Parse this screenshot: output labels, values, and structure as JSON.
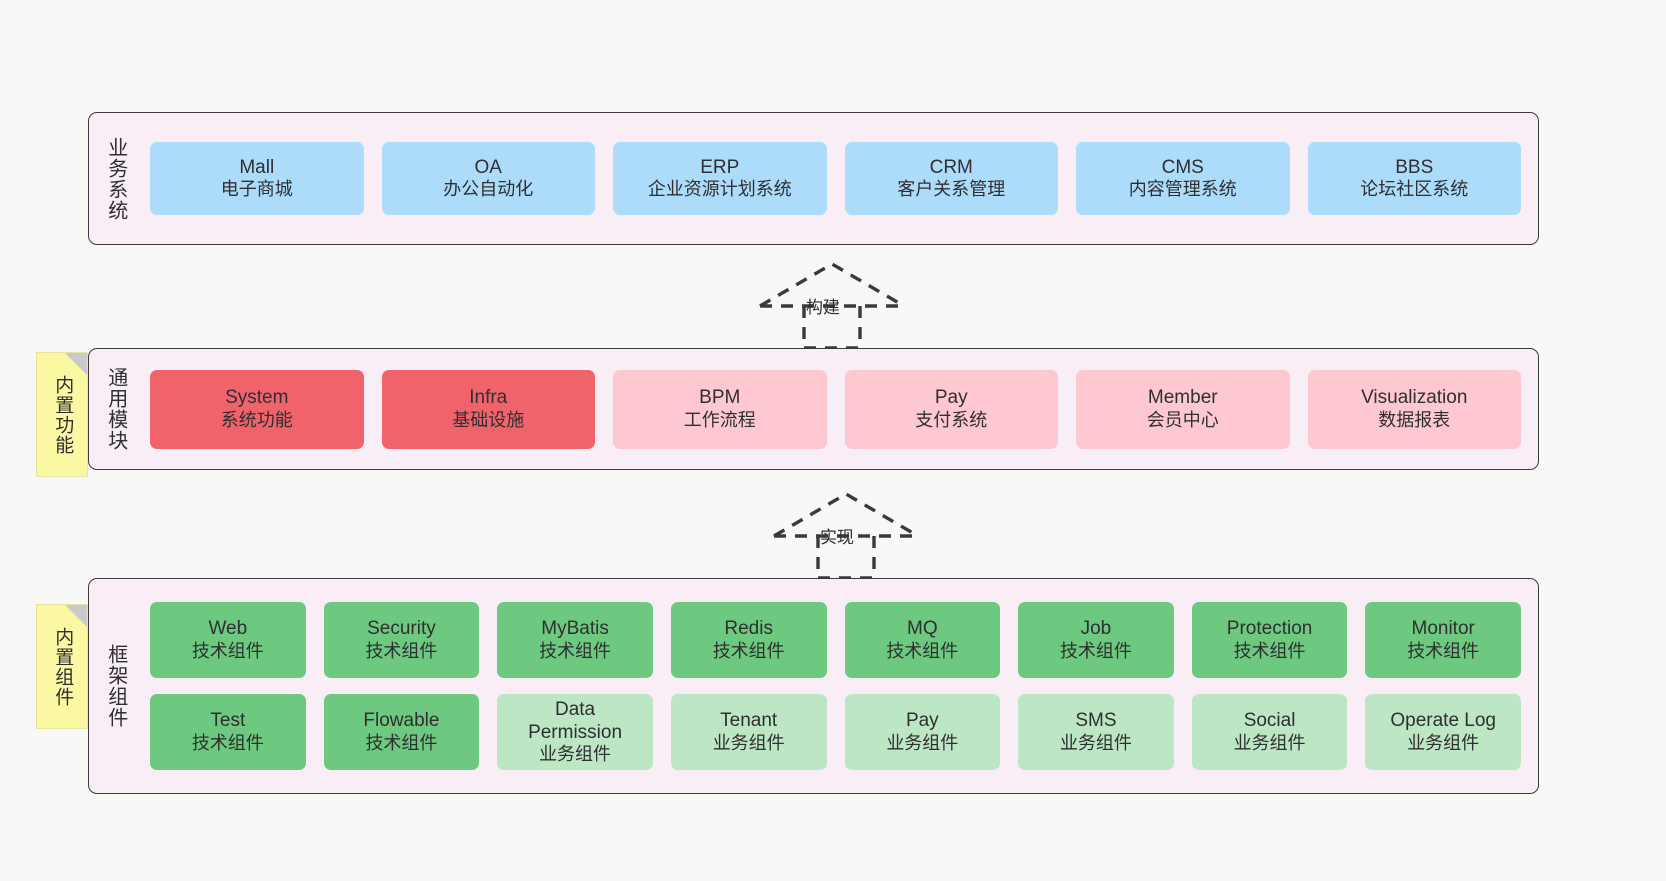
{
  "diagram": {
    "background_color": "#F8F8F7",
    "layer_fill": "#F9EDF6",
    "layer_border": "#3A3A3C",
    "note_color": "#FBF8A3",
    "note_fold_color": "#C9C9C9"
  },
  "layers": [
    {
      "id": "business-systems",
      "title": "业务系统",
      "note": null,
      "rows": [
        [
          {
            "en": "Mall",
            "cn": "电子商城",
            "color": "#ADDCFB",
            "style": "c-blue"
          },
          {
            "en": "OA",
            "cn": "办公自动化",
            "color": "#ADDCFB",
            "style": "c-blue"
          },
          {
            "en": "ERP",
            "cn": "企业资源计划系统",
            "color": "#ADDCFB",
            "style": "c-blue"
          },
          {
            "en": "CRM",
            "cn": "客户关系管理",
            "color": "#ADDCFB",
            "style": "c-blue"
          },
          {
            "en": "CMS",
            "cn": "内容管理系统",
            "color": "#ADDCFB",
            "style": "c-blue"
          },
          {
            "en": "BBS",
            "cn": "论坛社区系统",
            "color": "#ADDCFB",
            "style": "c-blue"
          }
        ]
      ]
    },
    {
      "id": "common-modules",
      "title": "通用模块",
      "note": "内置功能",
      "rows": [
        [
          {
            "en": "System",
            "cn": "系统功能",
            "color": "#F1636A",
            "style": "c-red"
          },
          {
            "en": "Infra",
            "cn": "基础设施",
            "color": "#F1636A",
            "style": "c-red"
          },
          {
            "en": "BPM",
            "cn": "工作流程",
            "color": "#FDC8CF",
            "style": "c-pink"
          },
          {
            "en": "Pay",
            "cn": "支付系统",
            "color": "#FDC8CF",
            "style": "c-pink"
          },
          {
            "en": "Member",
            "cn": "会员中心",
            "color": "#FDC8CF",
            "style": "c-pink"
          },
          {
            "en": "Visualization",
            "cn": "数据报表",
            "color": "#FDC8CF",
            "style": "c-pink"
          }
        ]
      ]
    },
    {
      "id": "framework-components",
      "title": "框架组件",
      "note": "内置组件",
      "rows": [
        [
          {
            "en": "Web",
            "cn": "技术组件",
            "color": "#6CC97F",
            "style": "c-green"
          },
          {
            "en": "Security",
            "cn": "技术组件",
            "color": "#6CC97F",
            "style": "c-green"
          },
          {
            "en": "MyBatis",
            "cn": "技术组件",
            "color": "#6CC97F",
            "style": "c-green"
          },
          {
            "en": "Redis",
            "cn": "技术组件",
            "color": "#6CC97F",
            "style": "c-green"
          },
          {
            "en": "MQ",
            "cn": "技术组件",
            "color": "#6CC97F",
            "style": "c-green"
          },
          {
            "en": "Job",
            "cn": "技术组件",
            "color": "#6CC97F",
            "style": "c-green"
          },
          {
            "en": "Protection",
            "cn": "技术组件",
            "color": "#6CC97F",
            "style": "c-green"
          },
          {
            "en": "Monitor",
            "cn": "技术组件",
            "color": "#6CC97F",
            "style": "c-green"
          }
        ],
        [
          {
            "en": "Test",
            "cn": "技术组件",
            "color": "#6CC97F",
            "style": "c-green"
          },
          {
            "en": "Flowable",
            "cn": "技术组件",
            "color": "#6CC97F",
            "style": "c-green"
          },
          {
            "en": "Data Permission",
            "cn": "业务组件",
            "color": "#BDE6C4",
            "style": "c-lightgreen"
          },
          {
            "en": "Tenant",
            "cn": "业务组件",
            "color": "#BDE6C4",
            "style": "c-lightgreen"
          },
          {
            "en": "Pay",
            "cn": "业务组件",
            "color": "#BDE6C4",
            "style": "c-lightgreen"
          },
          {
            "en": "SMS",
            "cn": "业务组件",
            "color": "#BDE6C4",
            "style": "c-lightgreen"
          },
          {
            "en": "Social",
            "cn": "业务组件",
            "color": "#BDE6C4",
            "style": "c-lightgreen"
          },
          {
            "en": "Operate Log",
            "cn": "业务组件",
            "color": "#BDE6C4",
            "style": "c-lightgreen"
          }
        ]
      ]
    }
  ],
  "connectors": [
    {
      "id": "build",
      "label": "构建",
      "from": "common-modules",
      "to": "business-systems"
    },
    {
      "id": "implement",
      "label": "实现",
      "from": "framework-components",
      "to": "common-modules"
    }
  ]
}
